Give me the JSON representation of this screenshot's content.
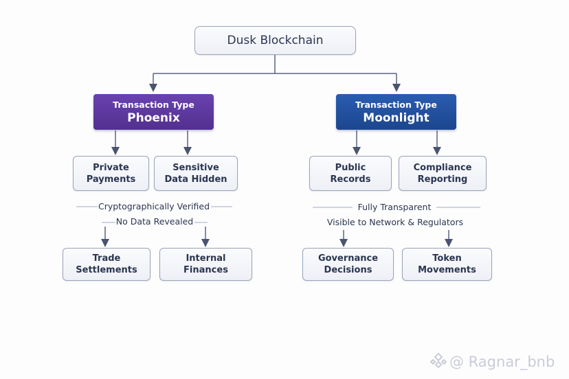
{
  "root": {
    "title": "Dusk Blockchain"
  },
  "branches": [
    {
      "subtitle": "Transaction Type",
      "name": "Phoenix",
      "color": "#5a38a0",
      "features": [
        "Private\nPayments",
        "Sensitive\nData Hidden"
      ],
      "notes": [
        "Cryptographically Verified",
        "No Data Revealed"
      ],
      "use_cases": [
        "Trade\nSettlements",
        "Internal\nFinances"
      ]
    },
    {
      "subtitle": "Transaction Type",
      "name": "Moonlight",
      "color": "#1f4e9e",
      "features": [
        "Public\nRecords",
        "Compliance\nReporting"
      ],
      "notes": [
        "Fully Transparent",
        "Visible to Network & Regulators"
      ],
      "use_cases": [
        "Governance\nDecisions",
        "Token\nMovements"
      ]
    }
  ],
  "watermark": {
    "icon": "binance-diamond-icon",
    "text": "@ Ragnar_bnb"
  }
}
